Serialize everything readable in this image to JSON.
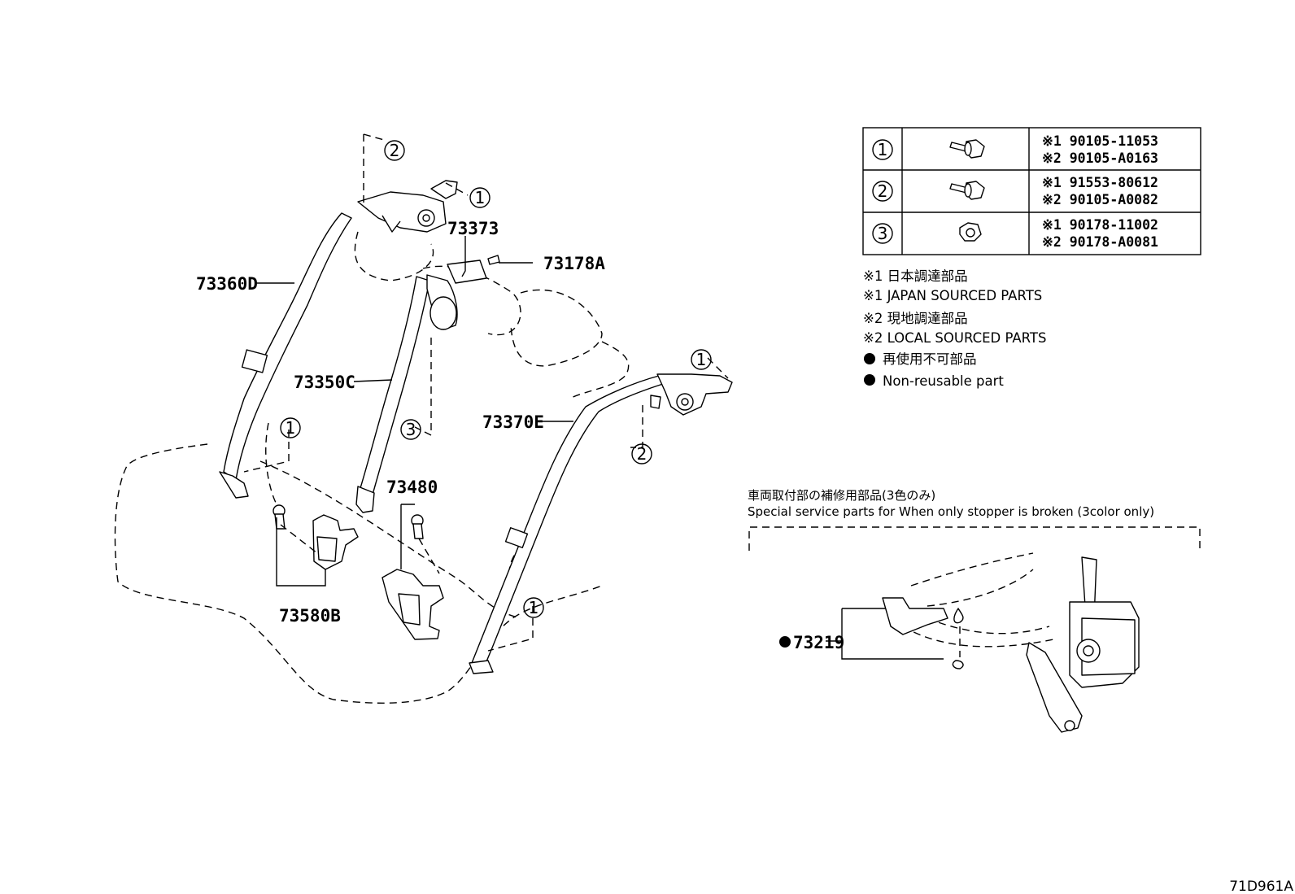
{
  "callouts": {
    "p73360D": "73360D",
    "p73373": "73373",
    "p73178A": "73178A",
    "p73350C": "73350C",
    "p73370E": "73370E",
    "p73480": "73480",
    "p73580B": "73580B",
    "p73219": "73219"
  },
  "circle_refs": {
    "one": "1",
    "two": "2",
    "three": "3"
  },
  "fastener_table": {
    "rows": [
      {
        "ref": "1",
        "icon": "flange-bolt-icon",
        "line1": "※1 90105-11053",
        "line2": "※2 90105-A0163"
      },
      {
        "ref": "2",
        "icon": "flange-bolt-icon",
        "line1": "※1 91553-80612",
        "line2": "※2 90105-A0082"
      },
      {
        "ref": "3",
        "icon": "flange-nut-icon",
        "line1": "※1 90178-11002",
        "line2": "※2 90178-A0081"
      }
    ]
  },
  "legend": {
    "note1_jp": "※1 日本調達部品",
    "note1_en": "※1 JAPAN SOURCED PARTS",
    "note2_jp": "※2 現地調達部品",
    "note2_en": "※2 LOCAL SOURCED PARTS",
    "nonreuse_jp": "再使用不可部品",
    "nonreuse_en": "Non-reusable part"
  },
  "service_box": {
    "title_jp": "車両取付部の補修用部品(3色のみ)",
    "title_en": "Special service parts for When only stopper is broken (3color only)"
  },
  "figure_code": "71D961A"
}
